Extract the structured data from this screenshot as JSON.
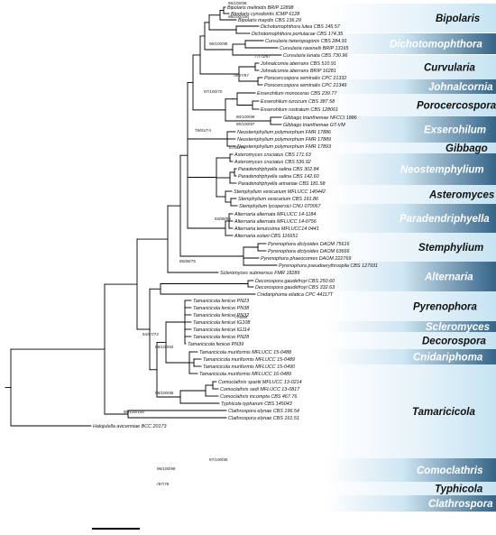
{
  "taxa": [
    {
      "id": "t1",
      "label": "Bipolaris melinidis BRIP 12898"
    },
    {
      "id": "t2",
      "label": "Bipolaris cynodontis ICMP 6128"
    },
    {
      "id": "t3",
      "label": "Bipolaris maydis CBS 136.29"
    },
    {
      "id": "t4",
      "label": "Dichotomophthora lutea CBS 145.57"
    },
    {
      "id": "t5",
      "label": "Dichotomophthora portulacae CBS 174.35"
    },
    {
      "id": "t6",
      "label": "Curvularia heteropogonis CBS 284.91"
    },
    {
      "id": "t7",
      "label": "Curvularia ravenelii BRIP 13165"
    },
    {
      "id": "t8",
      "label": "Curvularia lunata CBS 730.96"
    },
    {
      "id": "t9",
      "label": "Johnalcornia aberrans CBS 510.91"
    },
    {
      "id": "t10",
      "label": "Johnalcornia aberrans BRIP 16281"
    },
    {
      "id": "t11",
      "label": "Porocercospora seminalis CPC 21332"
    },
    {
      "id": "t12",
      "label": "Porocercospora seminalis CPC 21349"
    },
    {
      "id": "t13",
      "label": "Exserohilum monoceras CBS 239.77"
    },
    {
      "id": "t14",
      "label": "Exserohilum turcicum CBS 387.58"
    },
    {
      "id": "t15",
      "label": "Exserohilum rostratum CBS 128061"
    },
    {
      "id": "t16",
      "label": "Gibbago trianthemae NFCCI 1886"
    },
    {
      "id": "t17",
      "label": "Gibbago trianthemae GT-VM"
    },
    {
      "id": "t18",
      "label": "Neostemphylium polymorphum FMR 17886"
    },
    {
      "id": "t19",
      "label": "Neostemphylium polymorphum FMR 17889"
    },
    {
      "id": "t20",
      "label": "Neostemphylium polymorphum FMR 17893"
    },
    {
      "id": "t21",
      "label": "Asteromyces cruciatus CBS 171.63"
    },
    {
      "id": "t22",
      "label": "Asteromyces cruciatus CBS 536.92"
    },
    {
      "id": "t23",
      "label": "Paradendriphyella salina CBS 302.84"
    },
    {
      "id": "t24",
      "label": "Paradendriphyella salina CBS 142.60"
    },
    {
      "id": "t25",
      "label": "Paradendriphyella arinariae CBS 181.58"
    },
    {
      "id": "t26",
      "label": "Stemphylium vesicarium MFLUCC 140442"
    },
    {
      "id": "t27",
      "label": "Stemphylium vesicarium CBS 191.86"
    },
    {
      "id": "t28",
      "label": "Stemphylium lycopersici CNU 070067"
    },
    {
      "id": "t29",
      "label": "Alternaria alternata MFLUCC 14-1184"
    },
    {
      "id": "t30",
      "label": "Alternaria alternata MFLUCC 14-0756"
    },
    {
      "id": "t31",
      "label": "Alternaria tenuissima MFLUCC14 0441"
    },
    {
      "id": "t32",
      "label": "Alternaria solani CBS 116651"
    },
    {
      "id": "t33",
      "label": "Pyrenophora dictyoides DAOM 75616"
    },
    {
      "id": "t34",
      "label": "Pyrenophora dictyoides DAOM 63666"
    },
    {
      "id": "t35",
      "label": "Pyrenophora phaeocomes DAOM 222769"
    },
    {
      "id": "t36",
      "label": "Pyrenophora pseudoerythrospila CBS 127931"
    },
    {
      "id": "t37",
      "label": "Scleromyces submersus FMR 18289"
    },
    {
      "id": "t38",
      "label": "Decorospora gaudefroyi CBS 250.60"
    },
    {
      "id": "t39",
      "label": "Decorospora gaudefroyi CBS 332.63"
    },
    {
      "id": "t40",
      "label": "Cnidariphoma eilatica CPC 44117T"
    },
    {
      "id": "t41",
      "label": "Tamaricicola fenicei PN23"
    },
    {
      "id": "t42",
      "label": "Tamaricicola fenicei PN38"
    },
    {
      "id": "t43",
      "label": "Tamaricicola fenicei PN32"
    },
    {
      "id": "t44",
      "label": "Tamaricicola fenicei IG108"
    },
    {
      "id": "t45",
      "label": "Tamaricicola fenicei IG114"
    },
    {
      "id": "t46",
      "label": "Tamaricicola fenicei PN28"
    },
    {
      "id": "t47",
      "label": "Tamaricicola fenicei PN39"
    },
    {
      "id": "t48",
      "label": "Tamaricicola muriformis MFLUCC 15-0488"
    },
    {
      "id": "t49",
      "label": "Tamaricicola muriformis MFLUCC 15-0489"
    },
    {
      "id": "t50",
      "label": "Tamaricicola muriformis MFLUCC 15-0490"
    },
    {
      "id": "t51",
      "label": "Tamaricicola muriformis MFLUCC 16-0489"
    },
    {
      "id": "t52",
      "label": "Comoclathris spartii MFLUCC 13-0214"
    },
    {
      "id": "t53",
      "label": "Comoclathris sedi MFLUCC 13-0817"
    },
    {
      "id": "t54",
      "label": "Comoclathris incompta CBS 467.76"
    },
    {
      "id": "t55",
      "label": "Typhicola typharum CBS 145043"
    },
    {
      "id": "t56",
      "label": "Clathrospora elynae CBS 196.54"
    },
    {
      "id": "t57",
      "label": "Clathrospora elynae CBS 161.51"
    },
    {
      "id": "t58",
      "label": "Halojulella avicenniae BCC 20173"
    }
  ],
  "support_values": [
    "96/100/98",
    "99/100/100",
    "96/100/98",
    "77/72/97",
    "79/97/67",
    "97/100/70",
    "80/100/99",
    "90/100/97",
    "67/80/76",
    "79/81/74",
    "83/88/95",
    "85/88/75",
    "-/76/84",
    "84/97/72",
    "88/100/84",
    "98/100/96",
    "99/100/100",
    "97/100/99",
    "96/100/99",
    "-/97/79"
  ],
  "clades": [
    {
      "id": "bipolaris",
      "label": "Bipolaris"
    },
    {
      "id": "dichotomophthora",
      "label": "Dichotomophthora"
    },
    {
      "id": "curvularia",
      "label": "Curvularia"
    },
    {
      "id": "johnalcornia",
      "label": "Johnalcornia"
    },
    {
      "id": "porocercospora",
      "label": "Porocercospora"
    },
    {
      "id": "exserohilum",
      "label": "Exserohilum"
    },
    {
      "id": "gibbago",
      "label": "Gibbago"
    },
    {
      "id": "neostemphylium",
      "label": "Neostemphylium"
    },
    {
      "id": "asteromyces",
      "label": "Asteromyces"
    },
    {
      "id": "paradendriphyella",
      "label": "Paradendriphyella"
    },
    {
      "id": "stemphylium",
      "label": "Stemphylium"
    },
    {
      "id": "alternaria",
      "label": "Alternaria"
    },
    {
      "id": "pyrenophora",
      "label": "Pyrenophora"
    },
    {
      "id": "scleromyces",
      "label": "Scleromyces"
    },
    {
      "id": "decorospora",
      "label": "Decorospora"
    },
    {
      "id": "cnidariphoma",
      "label": "Cnidariphoma"
    },
    {
      "id": "tamaricicola",
      "label": "Tamaricicola"
    },
    {
      "id": "comoclathris",
      "label": "Comoclathris"
    },
    {
      "id": "typhicola",
      "label": "Typhicola"
    },
    {
      "id": "clathrospora",
      "label": "Clathrospora"
    }
  ],
  "colors": {
    "branch": "#000000",
    "clade_dark": "#3e6b8e",
    "clade_light": "#ffffff",
    "clade_text_dark": "#ffffff",
    "clade_text_light": "#111111"
  }
}
